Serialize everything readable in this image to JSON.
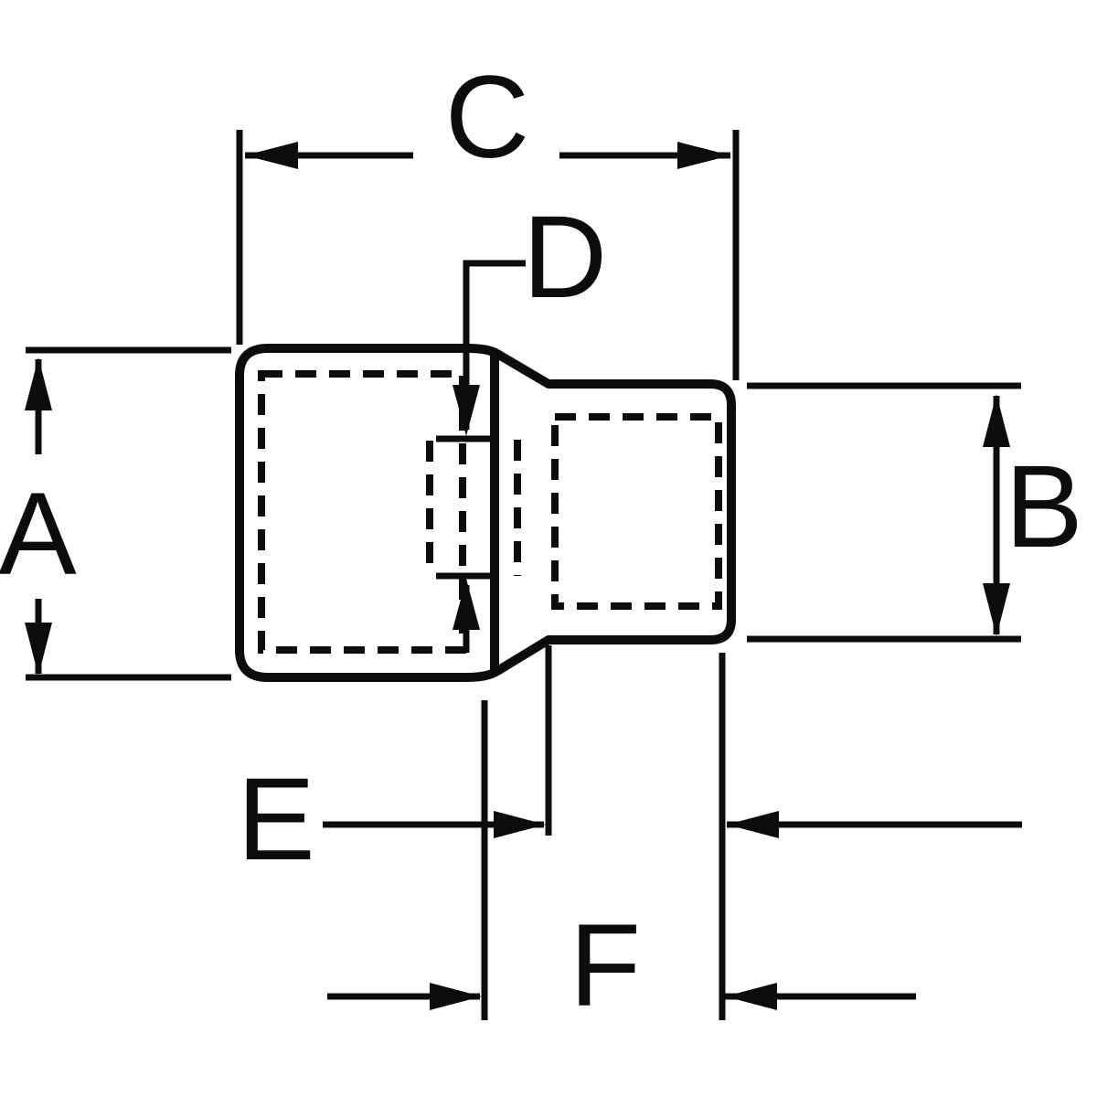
{
  "diagram": {
    "background_color": "#ffffff",
    "line_color": "#0c0c0c",
    "labels": {
      "a": "A",
      "b": "B",
      "c": "C",
      "d": "D",
      "e": "E",
      "f": "F"
    }
  }
}
